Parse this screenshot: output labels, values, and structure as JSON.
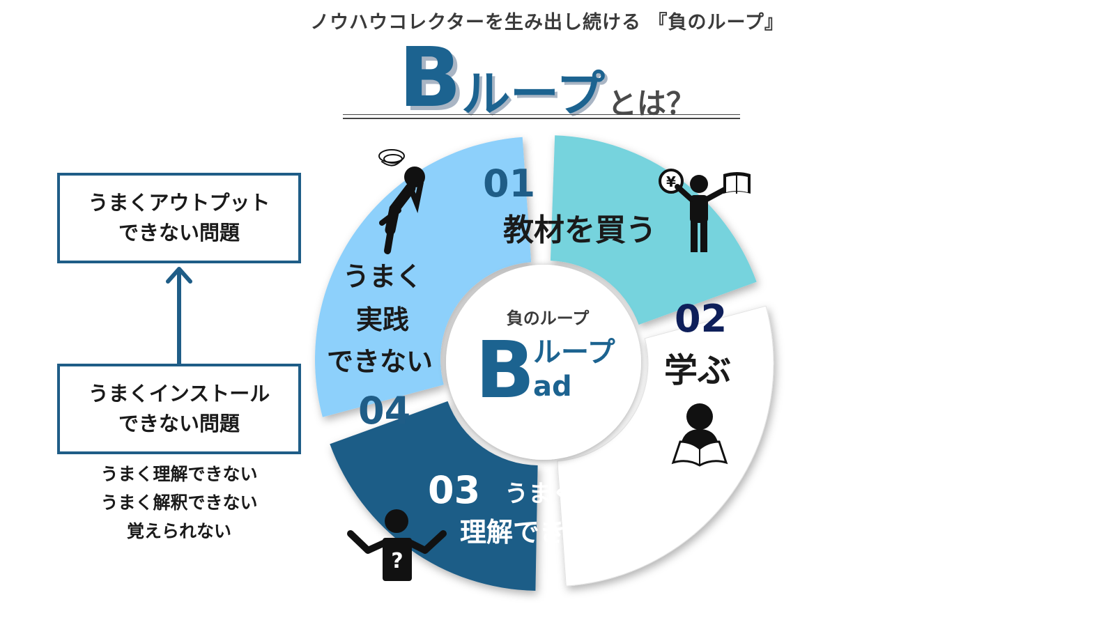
{
  "header": {
    "subtitle": "ノウハウコレクターを生み出し続ける 『負のループ』",
    "title_letter": "B",
    "title_loop": "ループ",
    "title_suffix": "とは？"
  },
  "left_panel": {
    "box_top": [
      "うまくアウトプット",
      "できない問題"
    ],
    "box_bottom": [
      "うまくインストール",
      "できない問題"
    ],
    "notes": [
      "うまく理解できない",
      "うまく解釈できない",
      "覚えられない"
    ]
  },
  "center": {
    "label": "負のループ",
    "letter": "B",
    "loop": "ループ",
    "suffix": "ad"
  },
  "segments": [
    {
      "number": "01",
      "text": [
        "教材を買う"
      ],
      "color": "#76d3dd",
      "icon": "person-with-yen-and-book-icon"
    },
    {
      "number": "02",
      "text": [
        "学ぶ"
      ],
      "color": "#ffffff",
      "icon": "person-reading-book-icon"
    },
    {
      "number": "03",
      "text": [
        "うまく",
        "理解できない"
      ],
      "color": "#1f5d87",
      "icon": "person-confused-question-icon"
    },
    {
      "number": "04",
      "text": [
        "うまく",
        "実践",
        "できない"
      ],
      "color": "#8dd0fb",
      "icon": "person-dizzy-icon"
    }
  ],
  "colors": {
    "brand": "#1c6390",
    "box_border": "#1f5d87",
    "number_dark": "#0e1f5a"
  }
}
